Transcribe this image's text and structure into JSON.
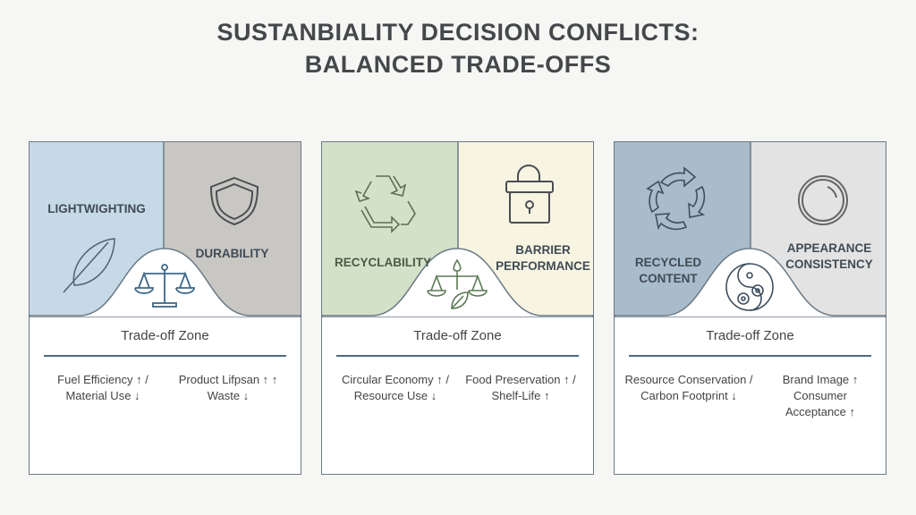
{
  "title_line1": "SUSTANBIALITY DECISION CONFLICTS:",
  "title_line2": "BALANCED TRADE-OFFS",
  "zone_label": "Trade-off Zone",
  "panels": [
    {
      "left_label": "LIGHTWIGHTING",
      "right_label": "DURABILITY",
      "left_effect": "Fuel Efficiency ↑ / Material Use ↓",
      "right_effect": "Product Lifpsan ↑ ↑ Waste ↓",
      "left_color": "#c6d9e6",
      "right_color": "#c9c7c3",
      "icons": [
        "feather-icon",
        "shield-icon",
        "balance-scale-icon"
      ]
    },
    {
      "left_label": "RECYCLABILITY",
      "right_label": "BARRIER PERFORMANCE",
      "left_effect": "Circular Economy ↑ / Resource Use ↓",
      "right_effect": "Food Preservation ↑ / Shelf-Life ↑",
      "left_color": "#d4e1c9",
      "right_color": "#f7f5e2",
      "icons": [
        "recycle-icon",
        "lock-container-icon",
        "balance-scale-leaf-icon"
      ]
    },
    {
      "left_label": "RECYCLED CONTENT",
      "right_label": "APPEARANCE CONSISTENCY",
      "left_effect": "Resource Conservation / Carbon Footprint ↓",
      "right_effect": "Brand Image ↑ Consumer Acceptance ↑",
      "left_color": "#a9bccb",
      "right_color": "#e3e3e3",
      "icons": [
        "cycle-arrows-icon",
        "circle-icon",
        "yin-yang-gears-icon"
      ]
    }
  ]
}
